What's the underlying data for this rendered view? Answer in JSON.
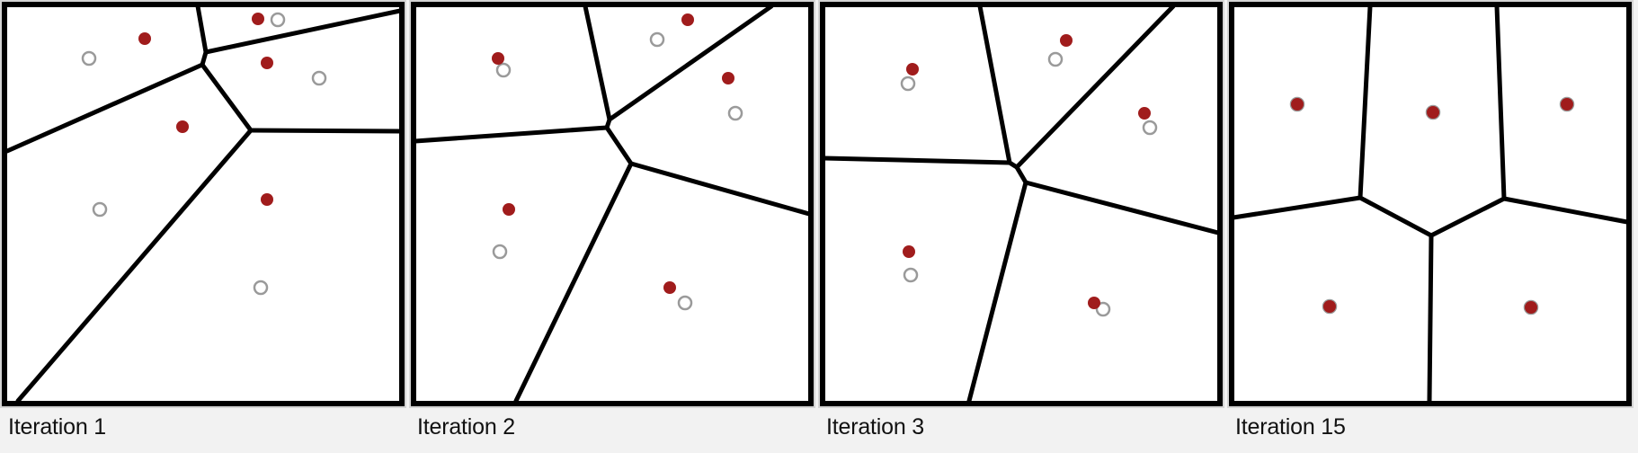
{
  "figure": {
    "colors": {
      "edge": "#000000",
      "centroid": "#a01c1c",
      "generator_ring": "#9a9a9a",
      "panel_bg": "#ffffff",
      "page_bg": "#f2f2f2"
    },
    "panels": [
      {
        "caption": "Iteration 1",
        "red_dots": [
          [
            159,
            41
          ],
          [
            285,
            19
          ],
          [
            295,
            68
          ],
          [
            201,
            139
          ],
          [
            295,
            220
          ]
        ],
        "rings": [
          [
            97,
            63
          ],
          [
            307,
            20
          ],
          [
            353,
            85
          ],
          [
            109,
            231
          ],
          [
            288,
            318
          ]
        ],
        "edges": [
          [
            [
              218,
              5
            ],
            [
              227,
              56
            ]
          ],
          [
            [
              227,
              56
            ],
            [
              223,
              70
            ]
          ],
          [
            [
              227,
              56
            ],
            [
              443,
              10
            ]
          ],
          [
            [
              223,
              70
            ],
            [
              6,
              166
            ]
          ],
          [
            [
              223,
              70
            ],
            [
              277,
              143
            ]
          ],
          [
            [
              277,
              143
            ],
            [
              443,
              144
            ]
          ],
          [
            [
              277,
              143
            ],
            [
              18,
              444
            ]
          ]
        ]
      },
      {
        "caption": "Iteration 2",
        "red_dots": [
          [
            97,
            63
          ],
          [
            308,
            20
          ],
          [
            353,
            85
          ],
          [
            109,
            231
          ],
          [
            288,
            318
          ]
        ],
        "rings": [
          [
            103,
            76
          ],
          [
            274,
            42
          ],
          [
            361,
            124
          ],
          [
            99,
            278
          ],
          [
            305,
            335
          ]
        ],
        "edges": [
          [
            [
              194,
              5
            ],
            [
              221,
              131
            ]
          ],
          [
            [
              221,
              131
            ],
            [
              401,
              5
            ]
          ],
          [
            [
              218,
              140
            ],
            [
              5,
              155
            ]
          ],
          [
            [
              221,
              131
            ],
            [
              218,
              140
            ]
          ],
          [
            [
              218,
              140
            ],
            [
              245,
              180
            ]
          ],
          [
            [
              245,
              180
            ],
            [
              443,
              236
            ]
          ],
          [
            [
              245,
              180
            ],
            [
              117,
              444
            ]
          ]
        ]
      },
      {
        "caption": "Iteration 3",
        "red_dots": [
          [
            103,
            75
          ],
          [
            274,
            43
          ],
          [
            361,
            124
          ],
          [
            99,
            278
          ],
          [
            305,
            335
          ]
        ],
        "rings": [
          [
            98,
            91
          ],
          [
            262,
            64
          ],
          [
            367,
            140
          ],
          [
            101,
            304
          ],
          [
            315,
            342
          ]
        ],
        "edges": [
          [
            [
              178,
              5
            ],
            [
              211,
              179
            ]
          ],
          [
            [
              219,
              184
            ],
            [
              393,
              5
            ]
          ],
          [
            [
              5,
              174
            ],
            [
              211,
              179
            ]
          ],
          [
            [
              211,
              179
            ],
            [
              219,
              184
            ]
          ],
          [
            [
              219,
              184
            ],
            [
              229,
              201
            ]
          ],
          [
            [
              229,
              201
            ],
            [
              443,
              257
            ]
          ],
          [
            [
              229,
              201
            ],
            [
              166,
              444
            ]
          ]
        ]
      },
      {
        "caption": "Iteration 15",
        "red_dots": [
          [
            76,
            114
          ],
          [
            227,
            123
          ],
          [
            376,
            114
          ],
          [
            112,
            339
          ],
          [
            336,
            340
          ]
        ],
        "rings": [
          [
            76,
            114
          ],
          [
            227,
            123
          ],
          [
            376,
            114
          ],
          [
            112,
            339
          ],
          [
            336,
            340
          ]
        ],
        "edges": [
          [
            [
              157,
              5
            ],
            [
              146,
              218
            ]
          ],
          [
            [
              146,
              218
            ],
            [
              5,
              240
            ]
          ],
          [
            [
              146,
              218
            ],
            [
              225,
              260
            ]
          ],
          [
            [
              225,
              260
            ],
            [
              306,
              219
            ]
          ],
          [
            [
              306,
              219
            ],
            [
              298,
              5
            ]
          ],
          [
            [
              306,
              219
            ],
            [
              443,
              245
            ]
          ],
          [
            [
              225,
              260
            ],
            [
              223,
              444
            ]
          ]
        ]
      }
    ]
  }
}
